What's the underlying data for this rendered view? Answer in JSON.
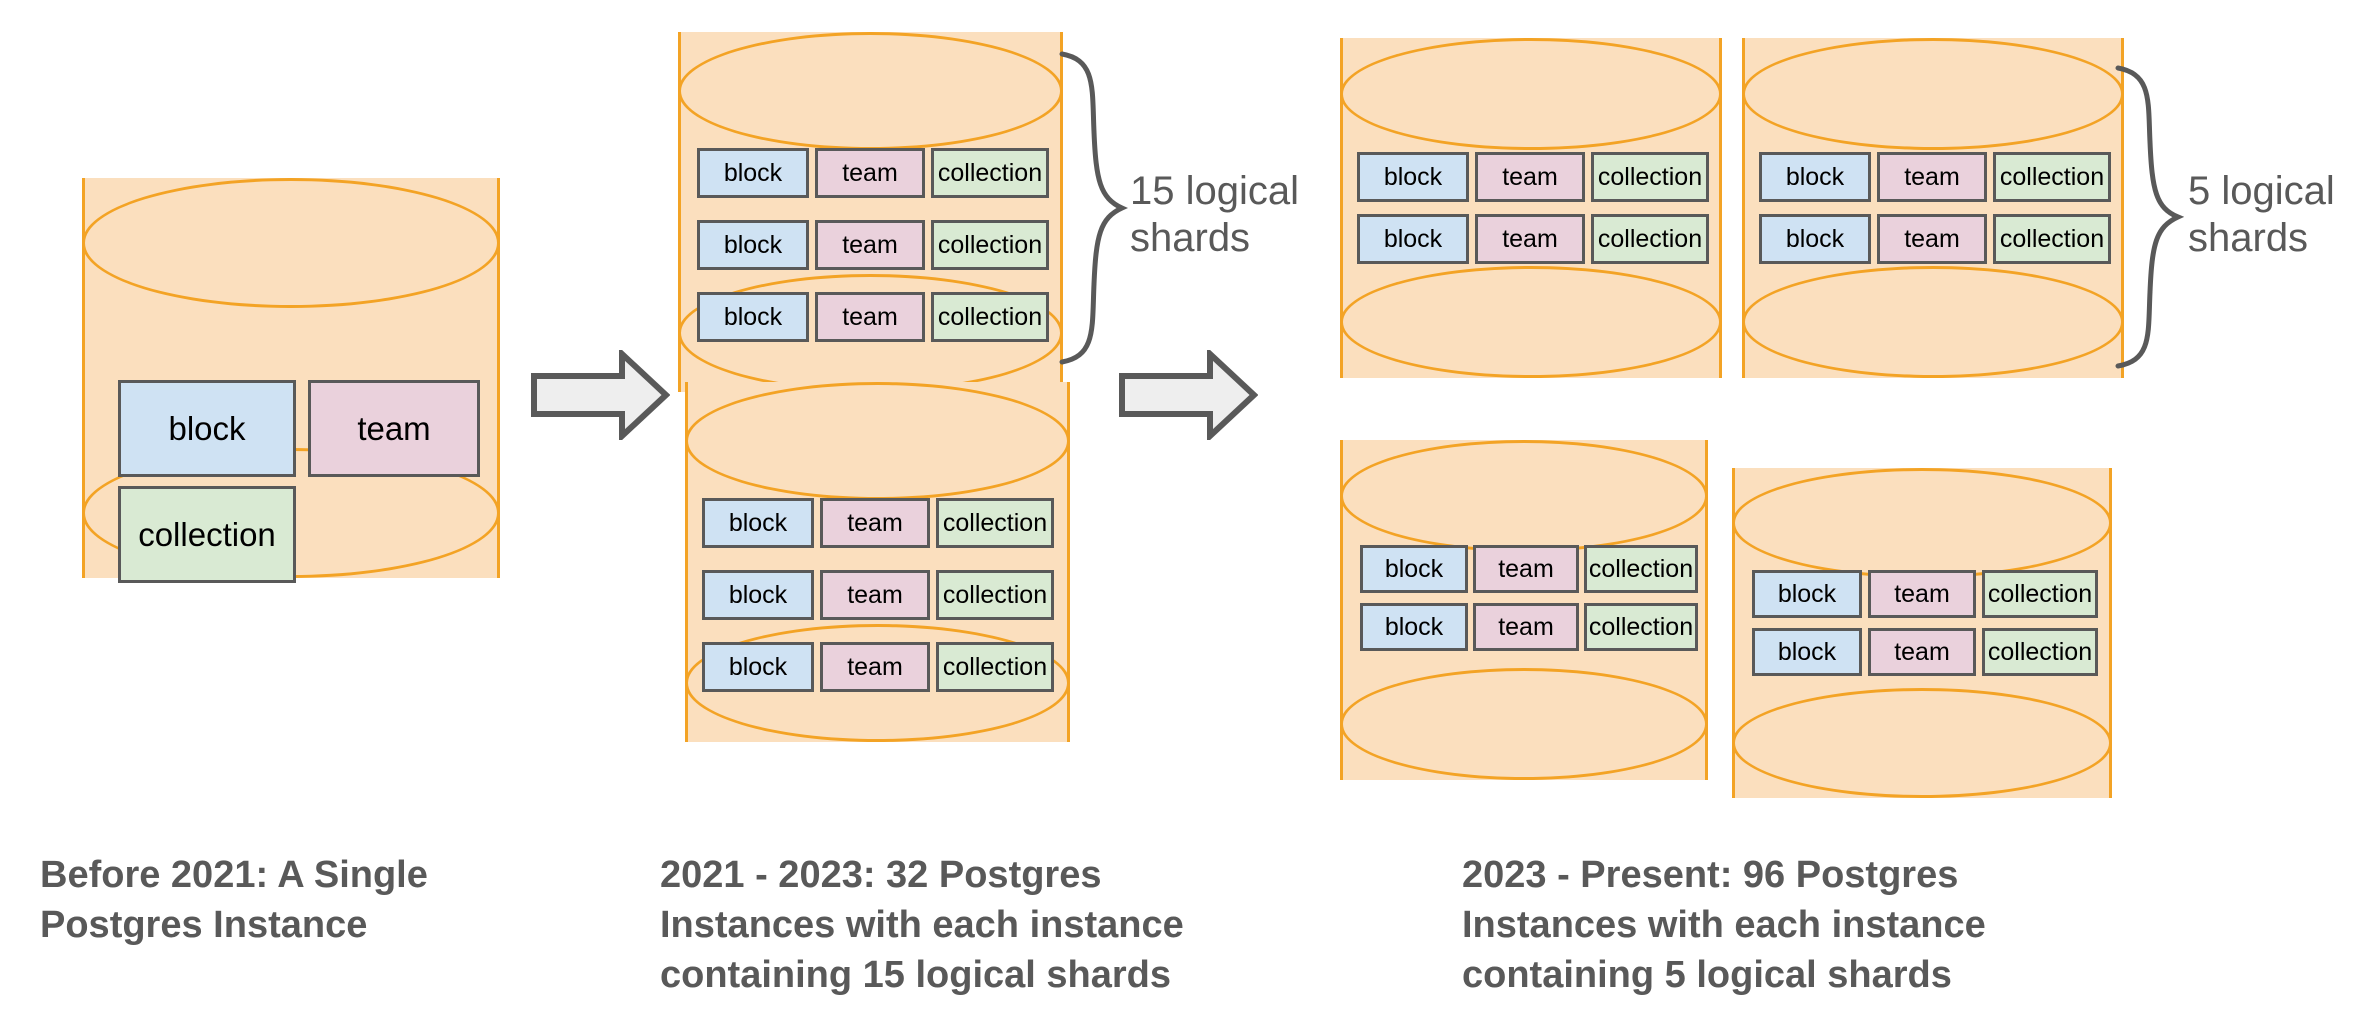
{
  "diagram": {
    "title_hidden": "",
    "shard_labels": {
      "block": "block",
      "team": "team",
      "collection": "collection"
    },
    "colors": {
      "cylinder_fill": "#fbdfbe",
      "cylinder_stroke": "#f3a325",
      "block_fill": "#cfe2f3",
      "team_fill": "#ead1dc",
      "collection_fill": "#d9ead3",
      "shard_stroke": "#595959",
      "text": "#595959",
      "arrow_fill": "#eeeeee",
      "arrow_stroke": "#595959",
      "background": "#ffffff"
    },
    "panels": [
      {
        "id": "panel-before-2021",
        "caption": "Before 2021: A Single\nPostgres Instance",
        "instance_count": 1,
        "shards_per_instance": null,
        "brace_label": null,
        "cylinders": [
          {
            "id": "cylinder-1",
            "rows": [
              [
                "block",
                "team"
              ],
              [
                "collection"
              ]
            ]
          }
        ]
      },
      {
        "id": "panel-2021-2023",
        "caption": "2021 - 2023: 32 Postgres\nInstances with each instance\ncontaining 15 logical shards",
        "instance_count": 32,
        "shards_per_instance": 15,
        "brace_label": "15 logical\nshards",
        "cylinders": [
          {
            "id": "cylinder-1",
            "rows": [
              [
                "block",
                "team",
                "collection"
              ],
              [
                "block",
                "team",
                "collection"
              ],
              [
                "block",
                "team",
                "collection"
              ]
            ]
          },
          {
            "id": "cylinder-2",
            "rows": [
              [
                "block",
                "team",
                "collection"
              ],
              [
                "block",
                "team",
                "collection"
              ],
              [
                "block",
                "team",
                "collection"
              ]
            ]
          }
        ]
      },
      {
        "id": "panel-2023-present",
        "caption": "2023 - Present: 96 Postgres\nInstances with each instance\ncontaining 5 logical shards",
        "instance_count": 96,
        "shards_per_instance": 5,
        "brace_label": "5 logical\nshards",
        "cylinders": [
          {
            "id": "cylinder-1",
            "rows": [
              [
                "block",
                "team",
                "collection"
              ],
              [
                "block",
                "team",
                "collection"
              ]
            ]
          },
          {
            "id": "cylinder-2",
            "rows": [
              [
                "block",
                "team",
                "collection"
              ],
              [
                "block",
                "team",
                "collection"
              ]
            ]
          },
          {
            "id": "cylinder-3",
            "rows": [
              [
                "block",
                "team",
                "collection"
              ],
              [
                "block",
                "team",
                "collection"
              ]
            ]
          },
          {
            "id": "cylinder-4",
            "rows": [
              [
                "block",
                "team",
                "collection"
              ],
              [
                "block",
                "team",
                "collection"
              ]
            ]
          }
        ]
      }
    ],
    "arrows": [
      {
        "id": "arrow-1",
        "from": "panel-before-2021",
        "to": "panel-2021-2023"
      },
      {
        "id": "arrow-2",
        "from": "panel-2021-2023",
        "to": "panel-2023-present"
      }
    ]
  }
}
